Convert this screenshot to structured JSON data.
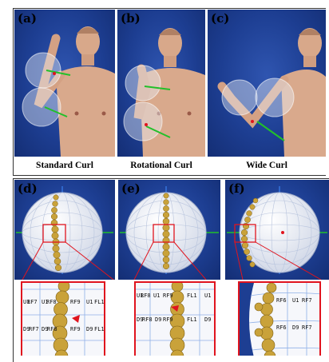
{
  "top_panels": [
    {
      "label": "(a)",
      "caption": "Standard Curl"
    },
    {
      "label": "(b)",
      "caption": "Rotational Curl"
    },
    {
      "label": "(c)",
      "caption": "Wide Curl"
    }
  ],
  "bottom_panels": [
    {
      "label": "(d)",
      "zoom_cells": [
        [
          "U1",
          "RF7",
          "U1",
          "RF8",
          "RF8",
          "RF9",
          "U1",
          "FL1"
        ],
        [
          "D9",
          "RF7",
          "D9",
          "RF8",
          "",
          "RF9",
          "D9",
          "FL1"
        ]
      ]
    },
    {
      "label": "(e)",
      "zoom_cells": [
        [
          "U1",
          "RF8",
          "U1",
          "RF9",
          "",
          "FL1",
          "U1"
        ],
        [
          "D9",
          "RF8",
          "D9",
          "RF9",
          "",
          "FL1",
          "D9"
        ]
      ]
    },
    {
      "label": "(f)",
      "zoom_cells": [
        [
          "RF6",
          "U1",
          "RF7"
        ],
        [
          "RF6",
          "D9",
          "RF7"
        ]
      ]
    }
  ],
  "colors": {
    "background_blue": "#1d3e92",
    "highlight_red": "#e0141e",
    "bead_gold": "#c9a23a",
    "axis_green": "#22c02a"
  }
}
